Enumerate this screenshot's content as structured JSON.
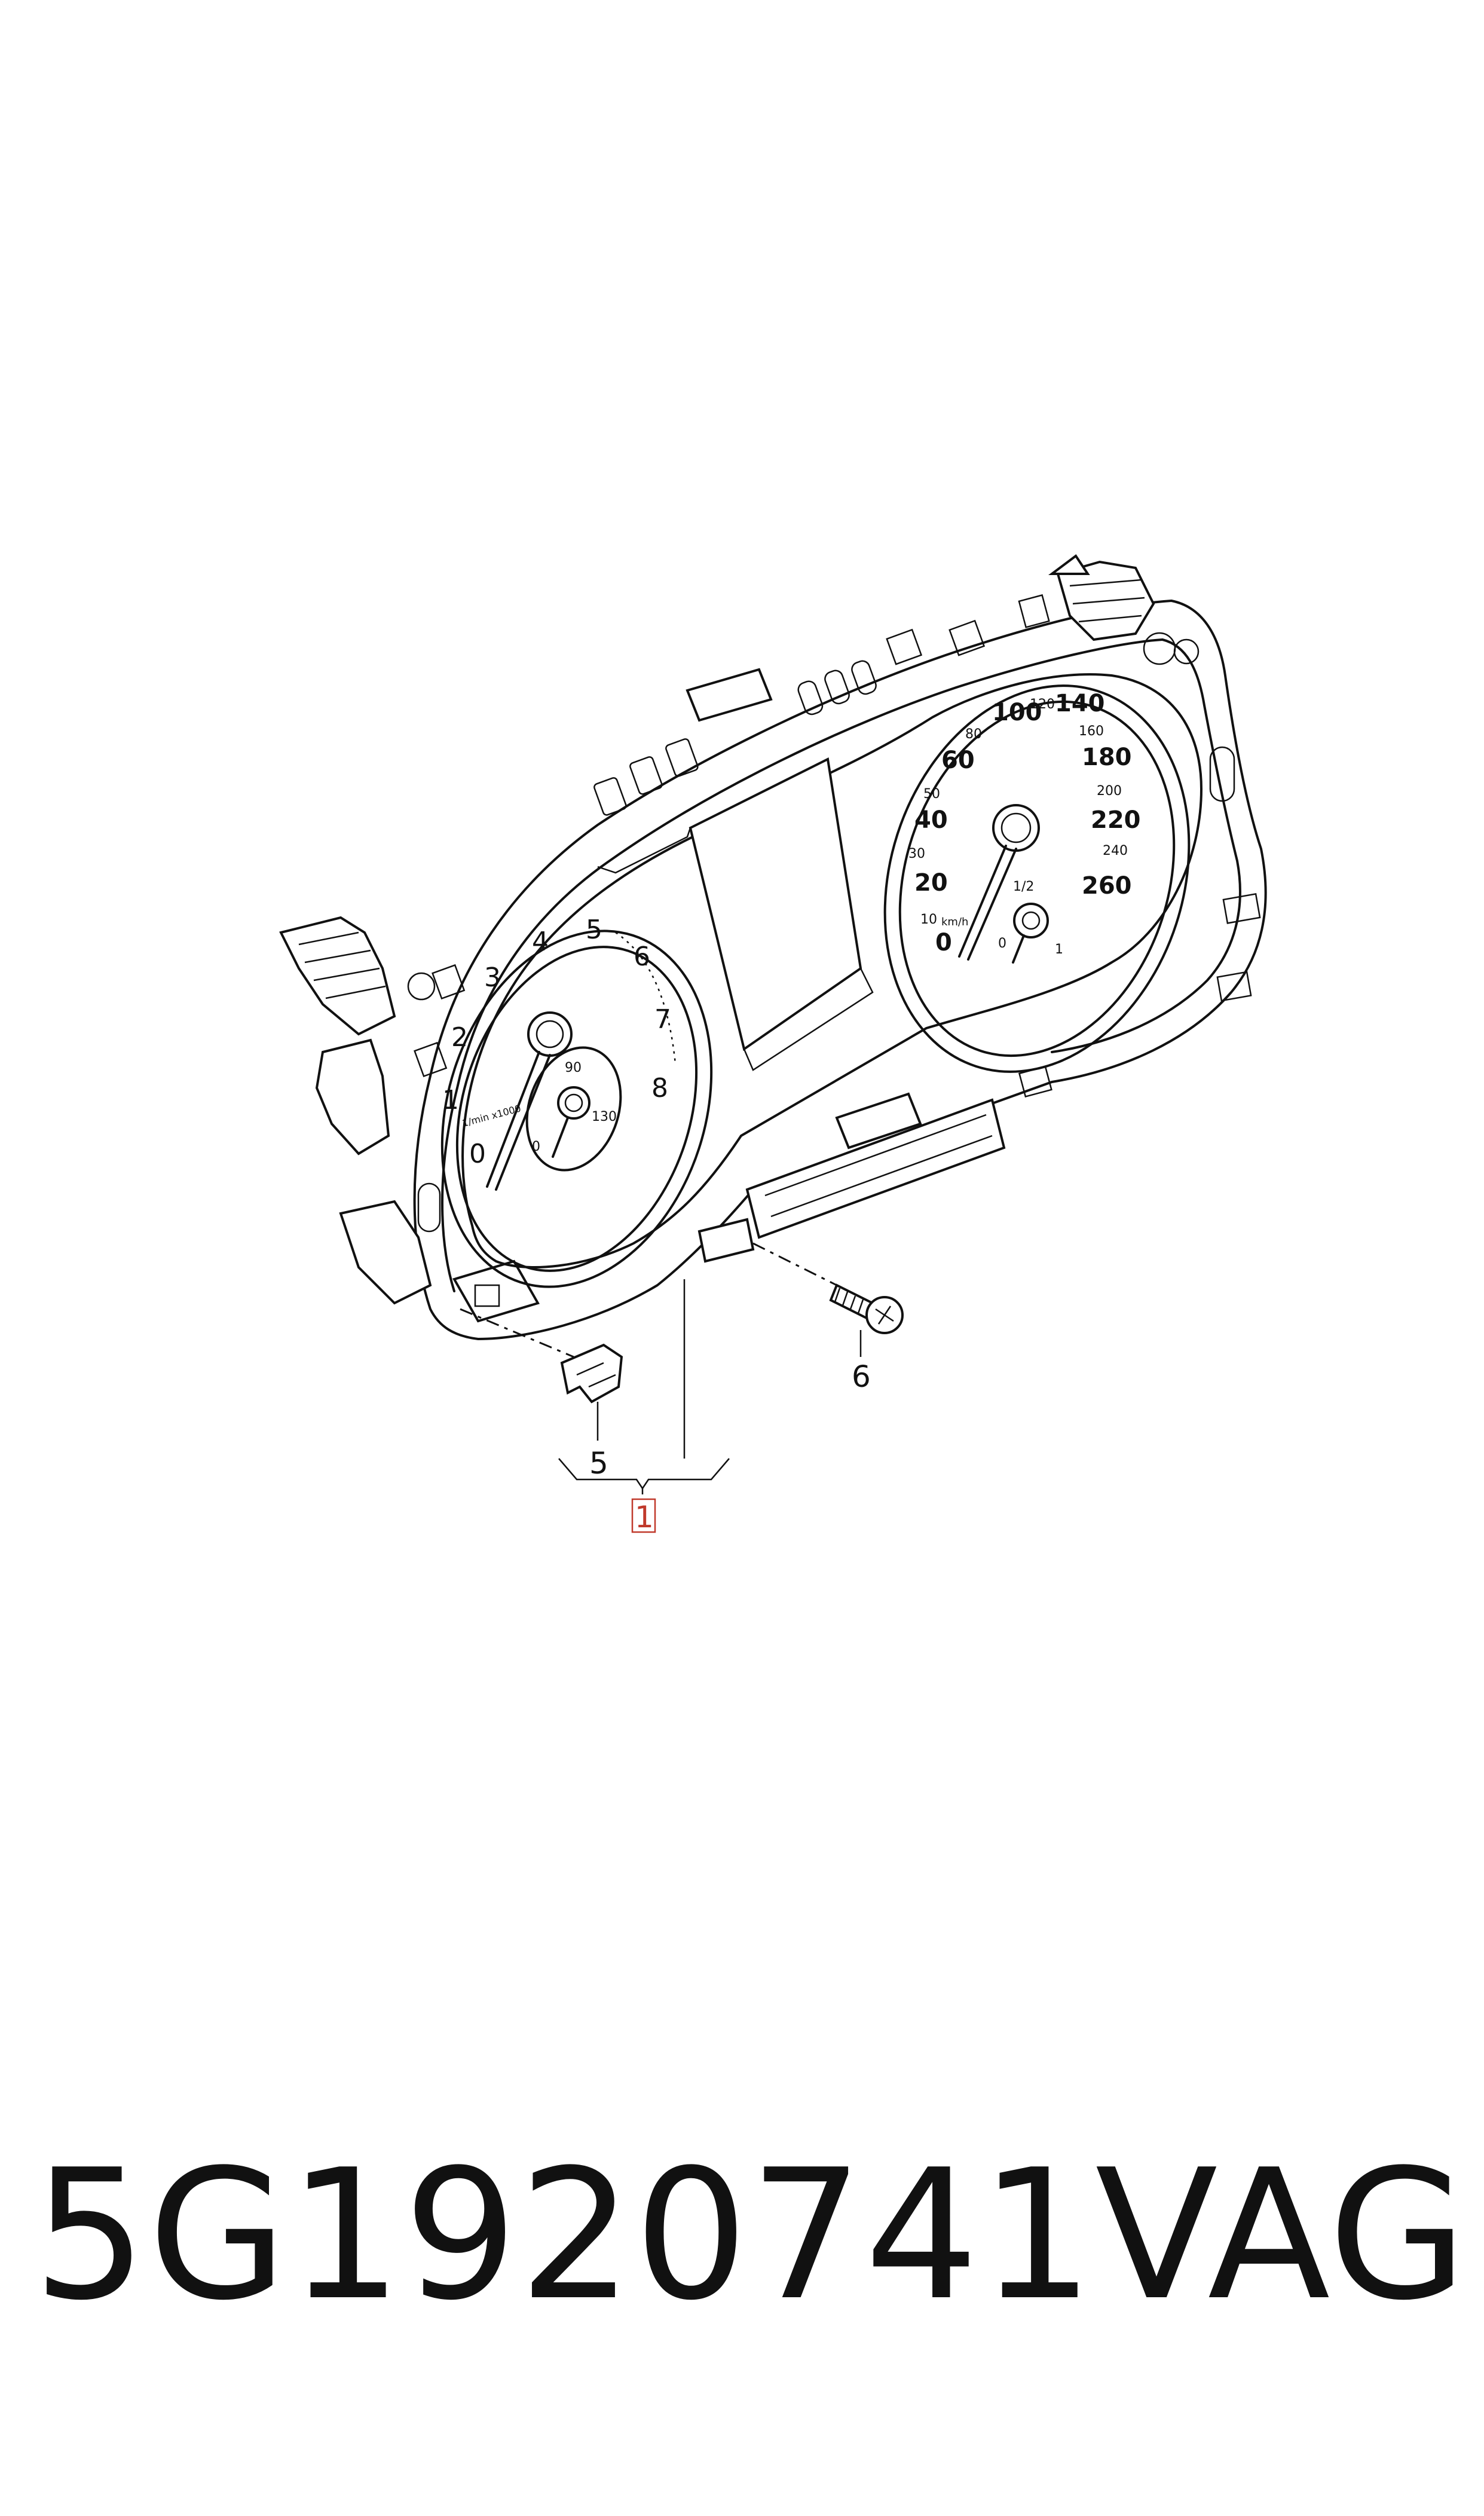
{
  "callouts": {
    "main": "1",
    "clip": "5",
    "screw": "6"
  },
  "speedometer": {
    "major_labels": [
      "0",
      "20",
      "40",
      "60",
      "100",
      "140",
      "180",
      "220",
      "260"
    ],
    "minor_labels": [
      "10",
      "30",
      "50",
      "80",
      "120",
      "160",
      "200",
      "240"
    ],
    "unit": "km/h",
    "fuel_labels": [
      "0",
      "1/2",
      "1"
    ]
  },
  "tachometer": {
    "labels": [
      "0",
      "1",
      "2",
      "3",
      "4",
      "5",
      "6",
      "7",
      "8"
    ],
    "unit": "1/min x1000",
    "temp_labels": [
      "0",
      "90",
      "130"
    ]
  },
  "footer": {
    "part_number": "5G1920741",
    "brand": "VAG"
  },
  "colors": {
    "line": "#111111",
    "callout_highlight": "#c0392b",
    "background": "#ffffff"
  }
}
